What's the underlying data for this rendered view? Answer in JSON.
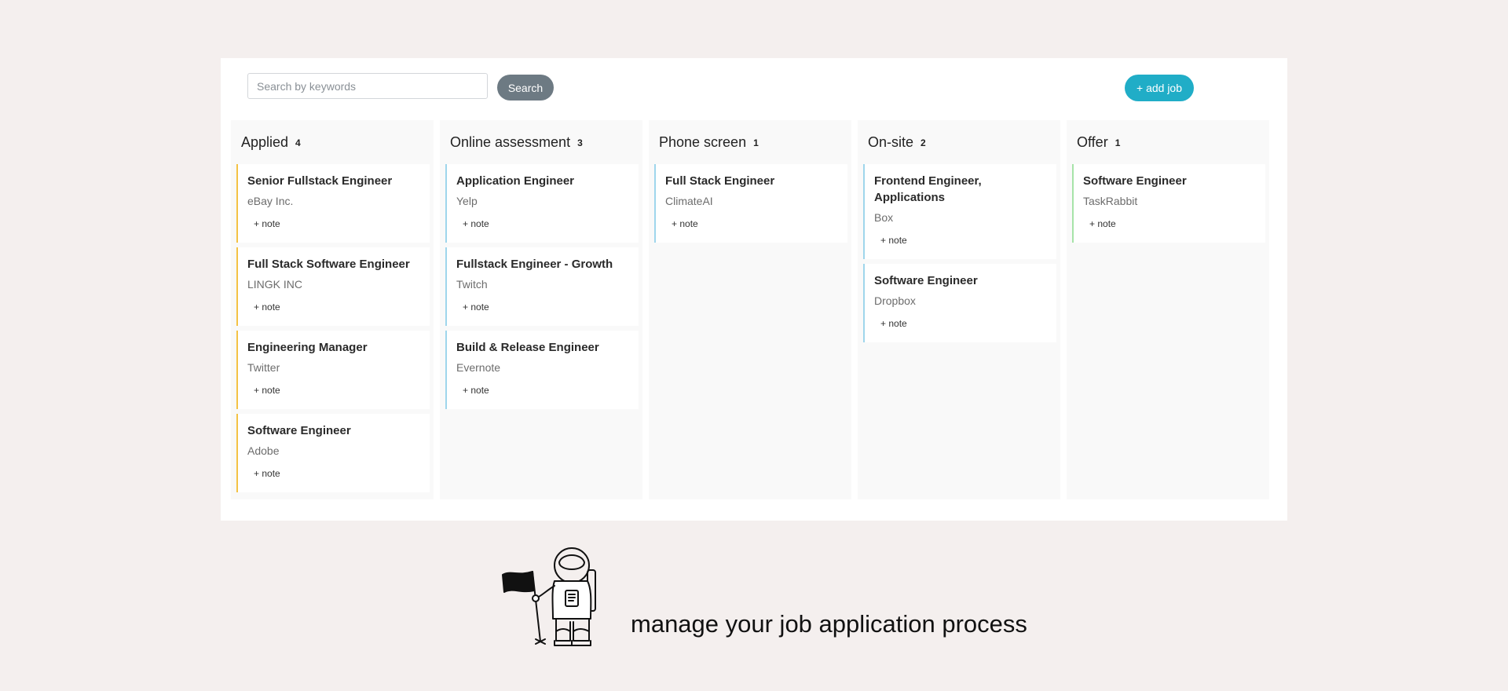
{
  "toolbar": {
    "search_placeholder": "Search by keywords",
    "search_label": "Search",
    "add_job_label": "+ add job"
  },
  "columns": [
    {
      "title": "Applied",
      "count": "4",
      "accent": "#f4c244",
      "cards": [
        {
          "title": "Senior Fullstack Engineer",
          "company": "eBay Inc.",
          "note": "+ note"
        },
        {
          "title": "Full Stack Software Engineer",
          "company": "LINGK INC",
          "note": "+ note"
        },
        {
          "title": "Engineering Manager",
          "company": "Twitter",
          "note": "+ note"
        },
        {
          "title": "Software Engineer",
          "company": "Adobe",
          "note": "+ note"
        }
      ]
    },
    {
      "title": "Online assessment",
      "count": "3",
      "accent": "#9fd6ec",
      "cards": [
        {
          "title": "Application Engineer",
          "company": "Yelp",
          "note": "+ note"
        },
        {
          "title": "Fullstack Engineer - Growth",
          "company": "Twitch",
          "note": "+ note"
        },
        {
          "title": "Build & Release Engineer",
          "company": "Evernote",
          "note": "+ note"
        }
      ]
    },
    {
      "title": "Phone screen",
      "count": "1",
      "accent": "#9fd6ec",
      "cards": [
        {
          "title": "Full Stack Engineer",
          "company": "ClimateAI",
          "note": "+ note"
        }
      ]
    },
    {
      "title": "On-site",
      "count": "2",
      "accent": "#9fd6ec",
      "cards": [
        {
          "title": "Frontend Engineer, Applications",
          "company": "Box",
          "note": "+ note"
        },
        {
          "title": "Software Engineer",
          "company": "Dropbox",
          "note": "+ note"
        }
      ]
    },
    {
      "title": "Offer",
      "count": "1",
      "accent": "#a6e3a8",
      "cards": [
        {
          "title": "Software Engineer",
          "company": "TaskRabbit",
          "note": "+ note"
        }
      ]
    }
  ],
  "footer": {
    "tagline": "manage your job application process",
    "icon": "astronaut-with-flag-icon"
  },
  "colors": {
    "page_background": "#f4efee",
    "search_button": "#6d7a83",
    "add_job_button": "#20adc7"
  }
}
